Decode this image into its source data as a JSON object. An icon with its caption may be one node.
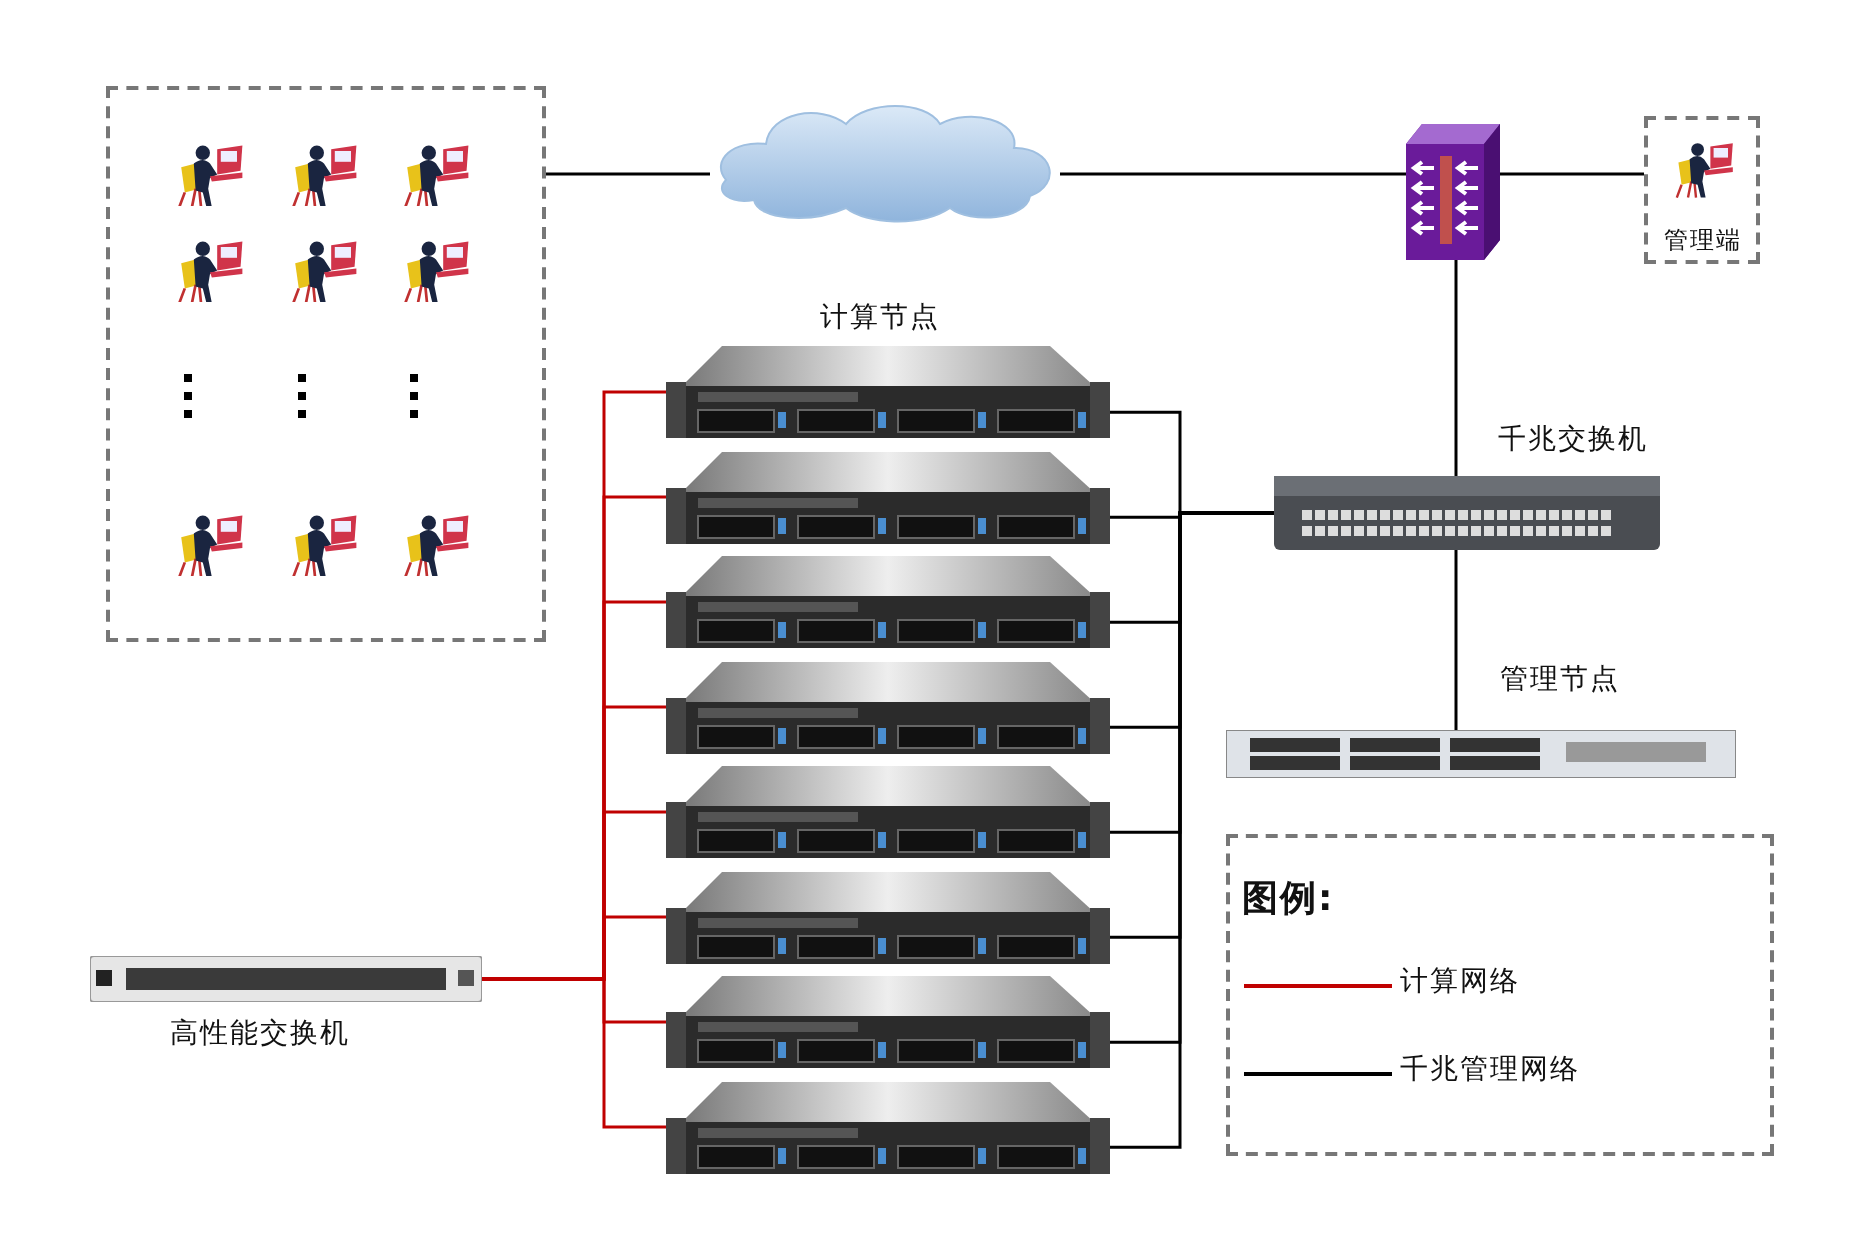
{
  "diagram": {
    "nodes": [
      {
        "text": [],
        "shape": "box"
      },
      {
        "text": [],
        "shape": "cloud"
      },
      {
        "text": [],
        "shape": "picture"
      },
      {
        "text": [
          "管理端"
        ]
      },
      {
        "text": [
          "千兆交换机"
        ]
      },
      {
        "text": [
          "管理节点"
        ]
      },
      {
        "text": [],
        "shape": "picture"
      },
      {
        "text": [],
        "shape": "picture"
      },
      {
        "text": [],
        "shape": "picture"
      },
      {
        "text": [],
        "shape": "picture"
      },
      {
        "text": [],
        "shape": "picture"
      },
      {
        "text": [],
        "shape": "picture"
      },
      {
        "text": [],
        "shape": "picture"
      },
      {
        "text": [],
        "shape": "picture"
      },
      {
        "text": [
          "高性能交换机"
        ]
      }
    ],
    "edges": [
      {
        "from": 0,
        "to": 1,
        "arrow": "none"
      },
      {
        "from": 1,
        "to": 2,
        "arrow": "none"
      },
      {
        "from": 2,
        "to": 3,
        "arrow": "none"
      },
      {
        "from": 2,
        "to": 4,
        "arrow": "none"
      },
      {
        "from": 4,
        "to": 5,
        "arrow": "none"
      },
      {
        "from": 6,
        "to": 4,
        "arrow": "none"
      },
      {
        "from": 7,
        "to": 4,
        "arrow": "none"
      },
      {
        "from": 8,
        "to": 4,
        "arrow": "none"
      },
      {
        "from": 9,
        "to": 4,
        "arrow": "none"
      },
      {
        "from": 10,
        "to": 4,
        "arrow": "none"
      },
      {
        "from": 11,
        "to": 4,
        "arrow": "none"
      },
      {
        "from": 12,
        "to": 4,
        "arrow": "none"
      },
      {
        "from": 13,
        "to": 4,
        "arrow": "none"
      },
      {
        "from": 14,
        "to": 6,
        "arrow": "none",
        "color": "#c00000"
      },
      {
        "from": 14,
        "to": 7,
        "arrow": "none",
        "color": "#c00000"
      },
      {
        "from": 14,
        "to": 8,
        "arrow": "none",
        "color": "#c00000"
      },
      {
        "from": 14,
        "to": 9,
        "arrow": "none",
        "color": "#c00000"
      },
      {
        "from": 14,
        "to": 10,
        "arrow": "none",
        "color": "#c00000"
      },
      {
        "from": 14,
        "to": 11,
        "arrow": "none",
        "color": "#c00000"
      },
      {
        "from": 14,
        "to": 12,
        "arrow": "none",
        "color": "#c00000"
      },
      {
        "from": 14,
        "to": 13,
        "arrow": "none",
        "color": "#c00000"
      }
    ],
    "labels": [
      "计算节点",
      "图例:"
    ],
    "legend": [
      {
        "text": "计算网络",
        "color": "#c00000"
      },
      {
        "text": "千兆管理网络",
        "color": "#000000"
      }
    ]
  }
}
